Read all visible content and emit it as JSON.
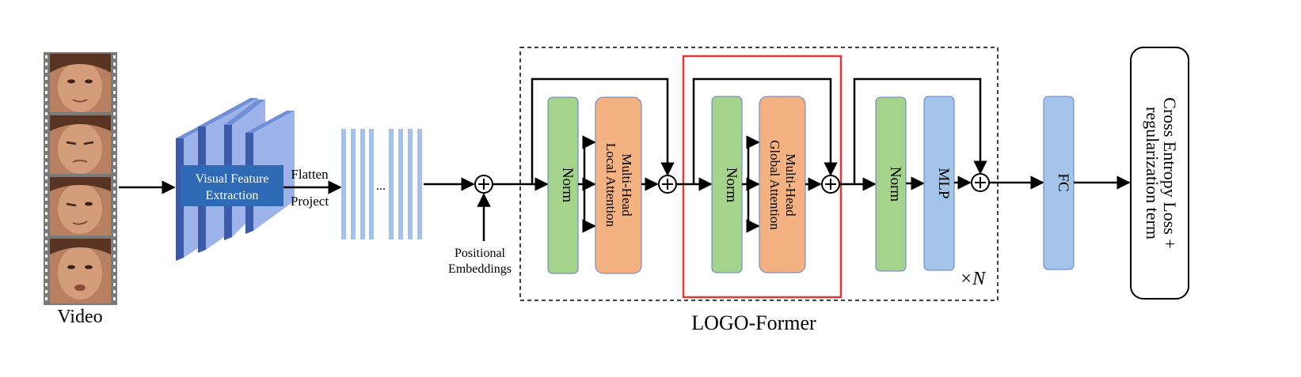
{
  "video": {
    "label": "Video",
    "colors": {
      "strip": "#7a7a7a",
      "hole": "#ffffff",
      "skin": "#c99272",
      "hair": "#5a3422"
    }
  },
  "feature": {
    "line1": "Visual Feature",
    "line2": "Extraction",
    "colors": {
      "front": "#9db3ea",
      "side": "#3b5aa8",
      "top": "#6f8fd6",
      "label_bg": "#2e6ab5",
      "label_text": "#ffffff"
    }
  },
  "flatten_label": "Flatten",
  "project_label": "Project",
  "tokens": {
    "ellipsis": "...",
    "color": "#a4c0ec"
  },
  "positional": {
    "line1": "Positional",
    "line2": "Embeddings"
  },
  "blocks": {
    "local": {
      "norm_label": "Norm",
      "attn_line1": "Multi-Head",
      "attn_line2": "Local Attention"
    },
    "global": {
      "norm_label": "Norm",
      "attn_line1": "Multi-Head",
      "attn_line2": "Global Attention"
    },
    "mlp": {
      "norm_label": "Norm",
      "mlp_label": "MLP"
    }
  },
  "repeat_label": "×N",
  "fc_label": "FC",
  "loss": {
    "line1": "Cross Entropy Loss +",
    "line2": "regularization term"
  },
  "caption": "LOGO-Former",
  "colors": {
    "norm": "#a6d38b",
    "attention": "#f4b283",
    "mlp": "#a4c4ea",
    "fc": "#a4c4ea",
    "highlight": "#e53935",
    "stroke": "#000000",
    "box_border": "#5b7fc9"
  }
}
